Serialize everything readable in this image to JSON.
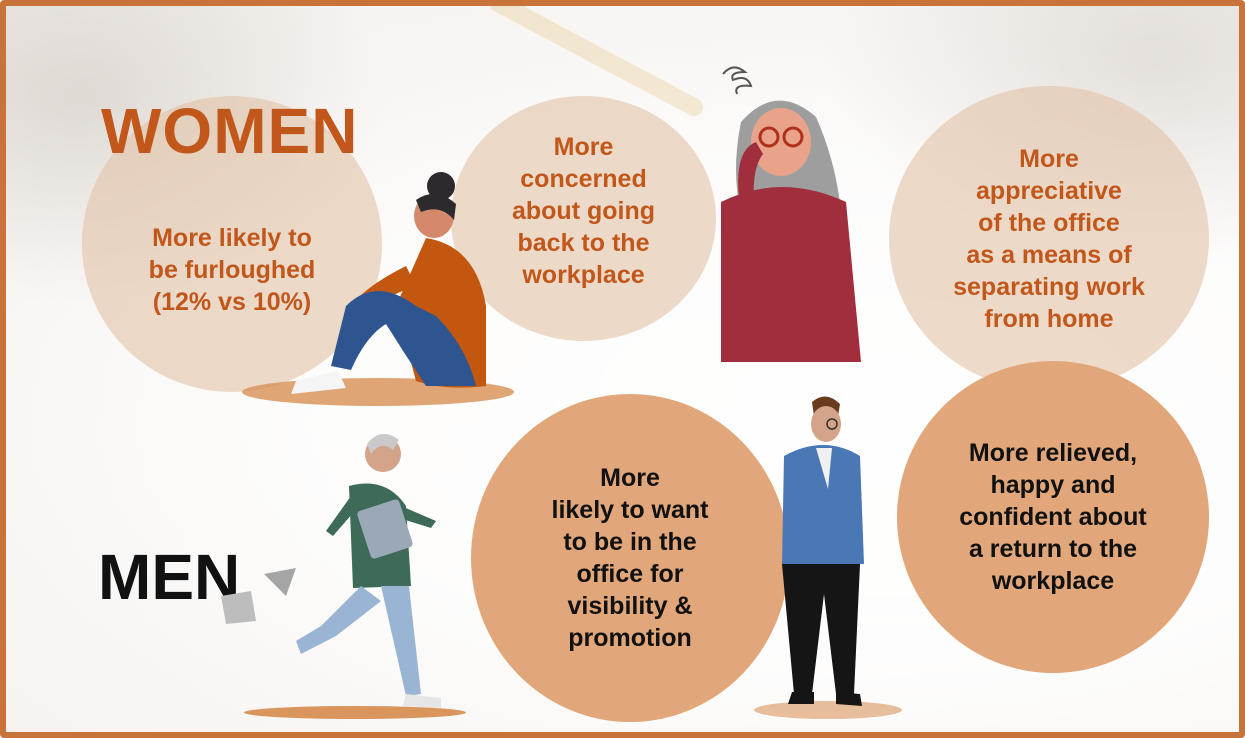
{
  "headings": {
    "women": "WOMEN",
    "men": "MEN"
  },
  "women_points": [
    "More likely to\nbe furloughed\n(12% vs 10%)",
    "More\nconcerned\nabout going\nback to the\nworkplace",
    "More\nappreciative\nof the office\nas a means of\nseparating work\nfrom home"
  ],
  "men_points": [
    "More\nlikely to want\nto be in the\noffice for\nvisibility &\npromotion",
    "More relieved,\nhappy and\nconfident about\na return to the\nworkplace"
  ],
  "colors": {
    "accent": "#c1571a",
    "light_circle": "#e2c4a8",
    "dark_circle": "#e1a679",
    "border": "#c8733a"
  },
  "icons": [
    "sitting-woman-icon",
    "thinking-woman-icon",
    "running-man-icon",
    "standing-man-icon",
    "scattered-papers-icon"
  ]
}
